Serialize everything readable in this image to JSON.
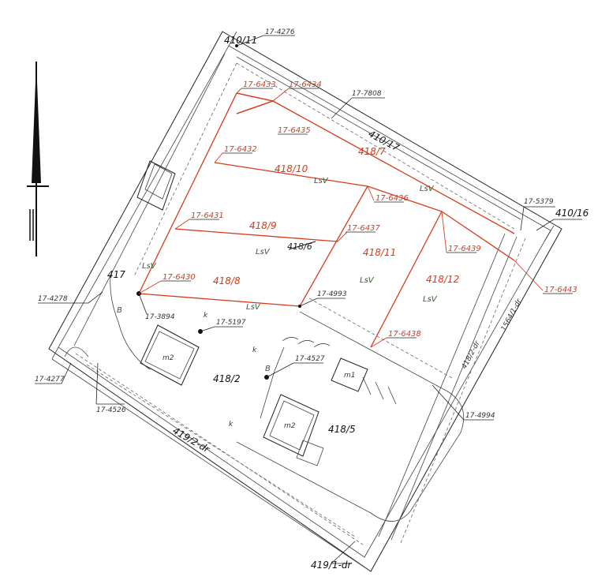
{
  "parcels": {
    "p418_10": "418/10",
    "p418_7": "418/7",
    "p418_9": "418/9",
    "p418_6": "418/6",
    "p418_11": "418/11",
    "p418_12": "418/12",
    "p418_8": "418/8",
    "p418_2": "418/2",
    "p418_5": "418/5",
    "p410_11": "410/11",
    "p410_17": "410/17",
    "p410_16": "410/16",
    "p417": "417",
    "p419_2": "419/2-dr",
    "p419_1": "419/1-dr",
    "p418_2_dr": "418/2-dr",
    "p1564_dr": "1564/1-dr"
  },
  "points_black": {
    "p4276": "17-4276",
    "p7808": "17-7808",
    "p5379": "17-5379",
    "p4278": "17-4278",
    "p3894": "17-3894",
    "p5197": "17-5197",
    "p4993": "17-4993",
    "p4527": "17-4527",
    "p4277": "17-4277",
    "p4526": "17-4526",
    "p4994": "17-4994"
  },
  "points_red": {
    "p6433": "17-6433",
    "p6434": "17-6434",
    "p6435": "17-6435",
    "p6432": "17-6432",
    "p6436": "17-6436",
    "p6431": "17-6431",
    "p6437": "17-6437",
    "p6439": "17-6439",
    "p6430": "17-6430",
    "p6443": "17-6443",
    "p6438": "17-6438"
  },
  "land_use": {
    "lsv": "LsV",
    "b": "B",
    "k": "k",
    "m2": "m2",
    "m1": "m1"
  },
  "colors": {
    "parcel_red": "#d63a1a",
    "line_black": "#222222",
    "land_use_green": "#2f5e2f"
  }
}
